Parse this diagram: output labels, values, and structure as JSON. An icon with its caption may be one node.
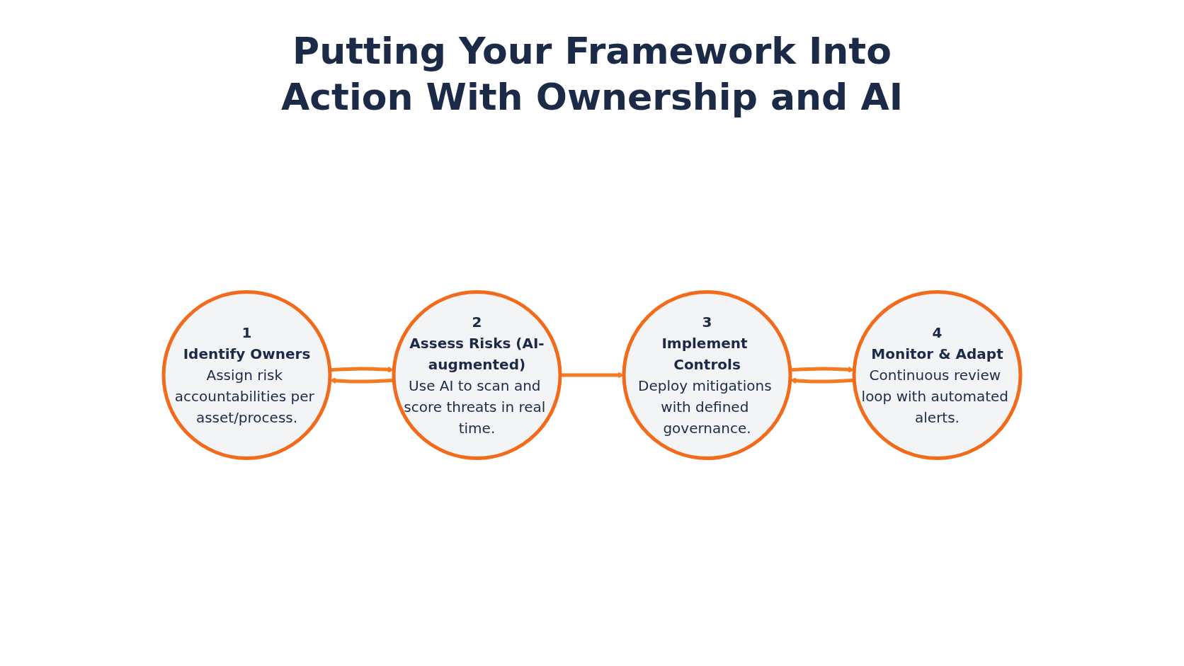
{
  "diagram": {
    "title": "Putting Your Framework Into Action With Ownership and AI",
    "nodes": [
      {
        "text": [
          "1",
          "Identify Owners",
          "Assign risk accountabilities per asset/process."
        ]
      },
      {
        "text": [
          "2",
          "Assess Risks (AI-augmented)",
          "Use AI to scan and score threats in real time."
        ]
      },
      {
        "text": [
          "3",
          "Implement Controls",
          "Deploy mitigations with defined governance."
        ]
      },
      {
        "text": [
          "4",
          "Monitor & Adapt",
          "Continuous review loop with automated alerts."
        ]
      }
    ],
    "edges": [
      {
        "from": 0,
        "to": 1,
        "arrow": "to"
      },
      {
        "from": 1,
        "to": 2,
        "arrow": "to"
      },
      {
        "from": 2,
        "to": 3,
        "arrow": "to"
      },
      {
        "from": 1,
        "to": 0,
        "arrow": "to"
      },
      {
        "from": 3,
        "to": 2,
        "arrow": "to"
      }
    ]
  }
}
